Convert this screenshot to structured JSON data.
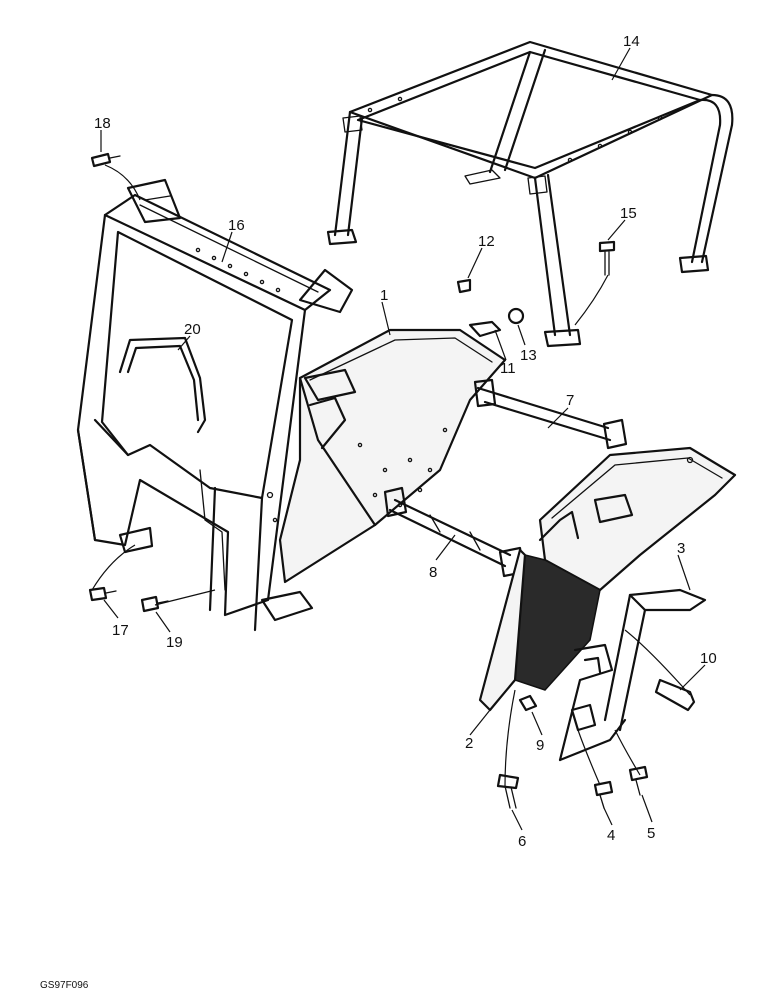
{
  "callouts": [
    {
      "id": "c1",
      "text": "1"
    },
    {
      "id": "c2",
      "text": "2"
    },
    {
      "id": "c3",
      "text": "3"
    },
    {
      "id": "c4",
      "text": "4"
    },
    {
      "id": "c5",
      "text": "5"
    },
    {
      "id": "c6",
      "text": "6"
    },
    {
      "id": "c7",
      "text": "7"
    },
    {
      "id": "c8",
      "text": "8"
    },
    {
      "id": "c9",
      "text": "9"
    },
    {
      "id": "c10",
      "text": "10"
    },
    {
      "id": "c11",
      "text": "11"
    },
    {
      "id": "c12",
      "text": "12"
    },
    {
      "id": "c13",
      "text": "13"
    },
    {
      "id": "c14",
      "text": "14"
    },
    {
      "id": "c15",
      "text": "15"
    },
    {
      "id": "c16",
      "text": "16"
    },
    {
      "id": "c17",
      "text": "17"
    },
    {
      "id": "c18",
      "text": "18"
    },
    {
      "id": "c19",
      "text": "19"
    },
    {
      "id": "c20",
      "text": "20"
    }
  ],
  "drawing_code": "GS97F096"
}
